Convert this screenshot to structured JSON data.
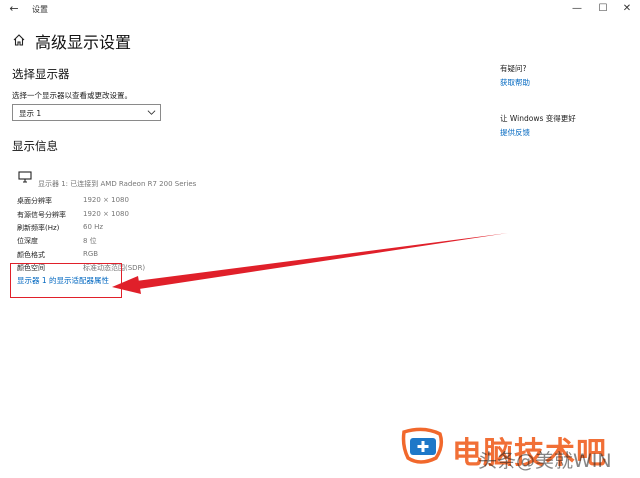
{
  "window": {
    "back_glyph": "←",
    "title": "设置",
    "controls": {
      "minimize": "—",
      "maximize": "☐",
      "close": "✕"
    }
  },
  "page": {
    "title": "高级显示设置"
  },
  "select_display": {
    "heading": "选择显示器",
    "label": "选择一个显示器以查看或更改设置。",
    "selected_value": "显示 1"
  },
  "display_info": {
    "heading": "显示信息",
    "monitor_label": "显示器 1: 已连接到 AMD Radeon R7 200 Series",
    "rows": [
      {
        "key": "桌面分辨率",
        "value": "1920 × 1080"
      },
      {
        "key": "有源信号分辨率",
        "value": "1920 × 1080"
      },
      {
        "key": "刷新频率(Hz)",
        "value": "60 Hz"
      },
      {
        "key": "位深度",
        "value": "8 位"
      },
      {
        "key": "颜色格式",
        "value": "RGB"
      },
      {
        "key": "颜色空间",
        "value": "标准动态范围(SDR)"
      }
    ],
    "adapter_link": "显示器 1 的显示适配器属性"
  },
  "sidebar": {
    "help_heading": "有疑问?",
    "help_link": "获取帮助",
    "feedback_heading": "让 Windows 变得更好",
    "feedback_link": "提供反馈"
  },
  "watermark": {
    "brand": "电脑技术吧",
    "overlay_text": "头条@美就WIN"
  },
  "colors": {
    "link": "#0067c0",
    "annotation_red": "#e0202a",
    "watermark_orange": "#f1682c",
    "watermark_blue": "#1e78c8"
  }
}
